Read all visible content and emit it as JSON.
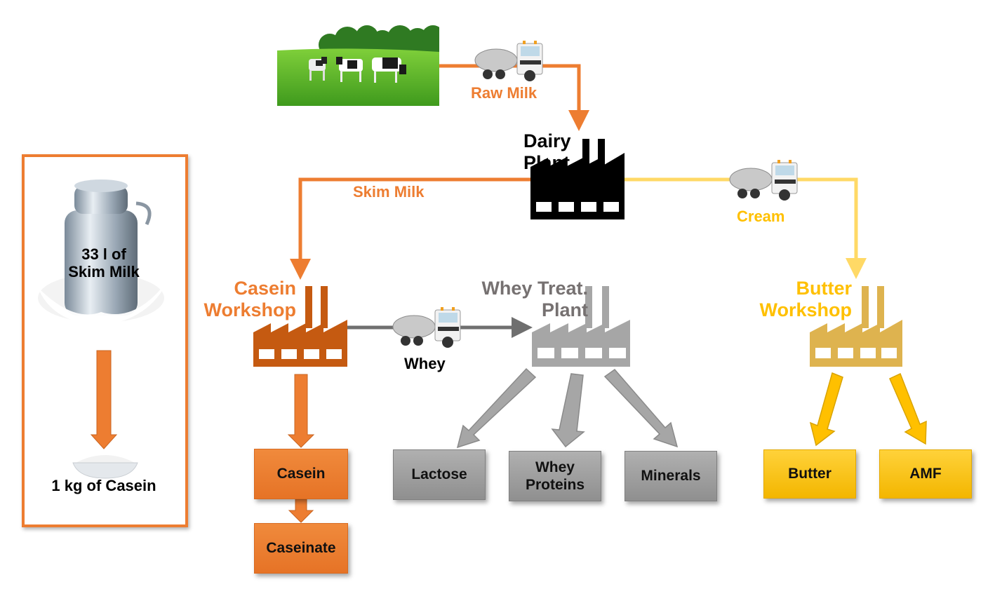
{
  "colors": {
    "orange": "#ed7d31",
    "dark_orange": "#c55a11",
    "grey": "#a6a6a6",
    "dark_grey": "#6f6f6f",
    "yellow": "#ffc000",
    "light_yellow": "#ffd966",
    "gold_factory": "#deb34f",
    "black": "#000000"
  },
  "farm": {
    "icon": "pasture-with-cows-image"
  },
  "flows": {
    "raw_milk": "Raw Milk",
    "skim_milk": "Skim Milk",
    "cream": "Cream",
    "whey": "Whey"
  },
  "plants": {
    "dairy": {
      "line1": "Dairy",
      "line2": "Plant"
    },
    "casein": {
      "line1": "Casein",
      "line2": "Workshop"
    },
    "whey_treatment": {
      "line1": "Whey Treat.",
      "line2": "Plant"
    },
    "butter": {
      "line1": "Butter",
      "line2": "Workshop"
    }
  },
  "products": {
    "casein": "Casein",
    "caseinate": "Caseinate",
    "lactose": "Lactose",
    "whey_proteins": {
      "line1": "Whey",
      "line2": "Proteins"
    },
    "minerals": "Minerals",
    "butter": "Butter",
    "amf": "AMF"
  },
  "summary": {
    "input_line1": "33 l of",
    "input_line2": "Skim Milk",
    "output": "1 kg of Casein"
  }
}
